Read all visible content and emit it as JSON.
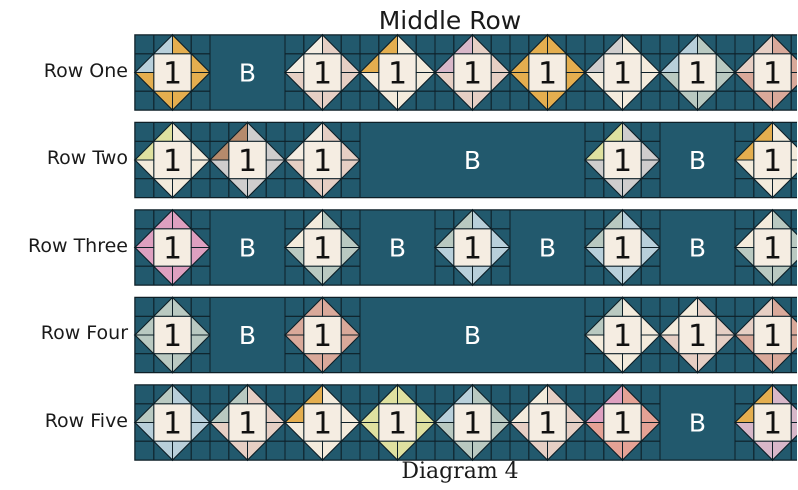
{
  "diagram": {
    "title": "Middle Row",
    "caption": "Diagram 4",
    "block_label": "B",
    "star_number": "1",
    "colors": {
      "background": "#22596d",
      "grid_line": "#0d1f27",
      "mustard": "#e4ae4f",
      "cream": "#f3ebdc",
      "blush": "#e6cfc4",
      "sage": "#b9c9c1",
      "pink": "#dea0c0",
      "powder_blue": "#b8cfda",
      "rose": "#d9a99a",
      "gray": "#cfcdcd",
      "chartreuse": "#dfe1a0",
      "coral": "#e5a295",
      "lavender": "#d8b7c9",
      "brown": "#b58a6c",
      "ivory": "#f5ede2"
    },
    "rows": [
      {
        "label": "Row One",
        "blocks": [
          {
            "type": "star",
            "color": "mustard",
            "accent": "powder_blue"
          },
          {
            "type": "B",
            "span": 1
          },
          {
            "type": "star",
            "color": "blush",
            "accent": "ivory"
          },
          {
            "type": "star",
            "color": "cream",
            "accent": "mustard"
          },
          {
            "type": "star",
            "color": "blush",
            "accent": "lavender"
          },
          {
            "type": "star",
            "color": "mustard",
            "accent": "mustard"
          },
          {
            "type": "star",
            "color": "cream",
            "accent": "gray"
          },
          {
            "type": "star",
            "color": "sage",
            "accent": "powder_blue"
          },
          {
            "type": "star",
            "color": "rose",
            "accent": "blush"
          }
        ]
      },
      {
        "label": "Row Two",
        "blocks": [
          {
            "type": "star",
            "color": "cream",
            "accent": "chartreuse"
          },
          {
            "type": "star",
            "color": "gray",
            "accent": "brown"
          },
          {
            "type": "star",
            "color": "blush",
            "accent": "ivory"
          },
          {
            "type": "B",
            "span": 3
          },
          {
            "type": "star",
            "color": "gray",
            "accent": "chartreuse"
          },
          {
            "type": "B",
            "span": 1
          },
          {
            "type": "star",
            "color": "cream",
            "accent": "mustard"
          }
        ]
      },
      {
        "label": "Row Three",
        "blocks": [
          {
            "type": "star",
            "color": "pink",
            "accent": "pink"
          },
          {
            "type": "B",
            "span": 1
          },
          {
            "type": "star",
            "color": "sage",
            "accent": "cream"
          },
          {
            "type": "B",
            "span": 1
          },
          {
            "type": "star",
            "color": "powder_blue",
            "accent": "sage"
          },
          {
            "type": "B",
            "span": 1
          },
          {
            "type": "star",
            "color": "powder_blue",
            "accent": "sage"
          },
          {
            "type": "B",
            "span": 1
          },
          {
            "type": "star",
            "color": "sage",
            "accent": "cream"
          }
        ]
      },
      {
        "label": "Row Four",
        "blocks": [
          {
            "type": "star",
            "color": "sage",
            "accent": "sage"
          },
          {
            "type": "B",
            "span": 1
          },
          {
            "type": "star",
            "color": "rose",
            "accent": "rose"
          },
          {
            "type": "B",
            "span": 3
          },
          {
            "type": "star",
            "color": "cream",
            "accent": "sage"
          },
          {
            "type": "star",
            "color": "blush",
            "accent": "cream"
          },
          {
            "type": "star",
            "color": "rose",
            "accent": "blush"
          }
        ]
      },
      {
        "label": "Row Five",
        "blocks": [
          {
            "type": "star",
            "color": "powder_blue",
            "accent": "sage"
          },
          {
            "type": "star",
            "color": "blush",
            "accent": "sage"
          },
          {
            "type": "star",
            "color": "cream",
            "accent": "mustard"
          },
          {
            "type": "star",
            "color": "chartreuse",
            "accent": "chartreuse"
          },
          {
            "type": "star",
            "color": "sage",
            "accent": "powder_blue"
          },
          {
            "type": "star",
            "color": "blush",
            "accent": "cream"
          },
          {
            "type": "star",
            "color": "coral",
            "accent": "pink"
          },
          {
            "type": "B",
            "span": 1
          },
          {
            "type": "star",
            "color": "lavender",
            "accent": "mustard"
          }
        ]
      }
    ]
  }
}
